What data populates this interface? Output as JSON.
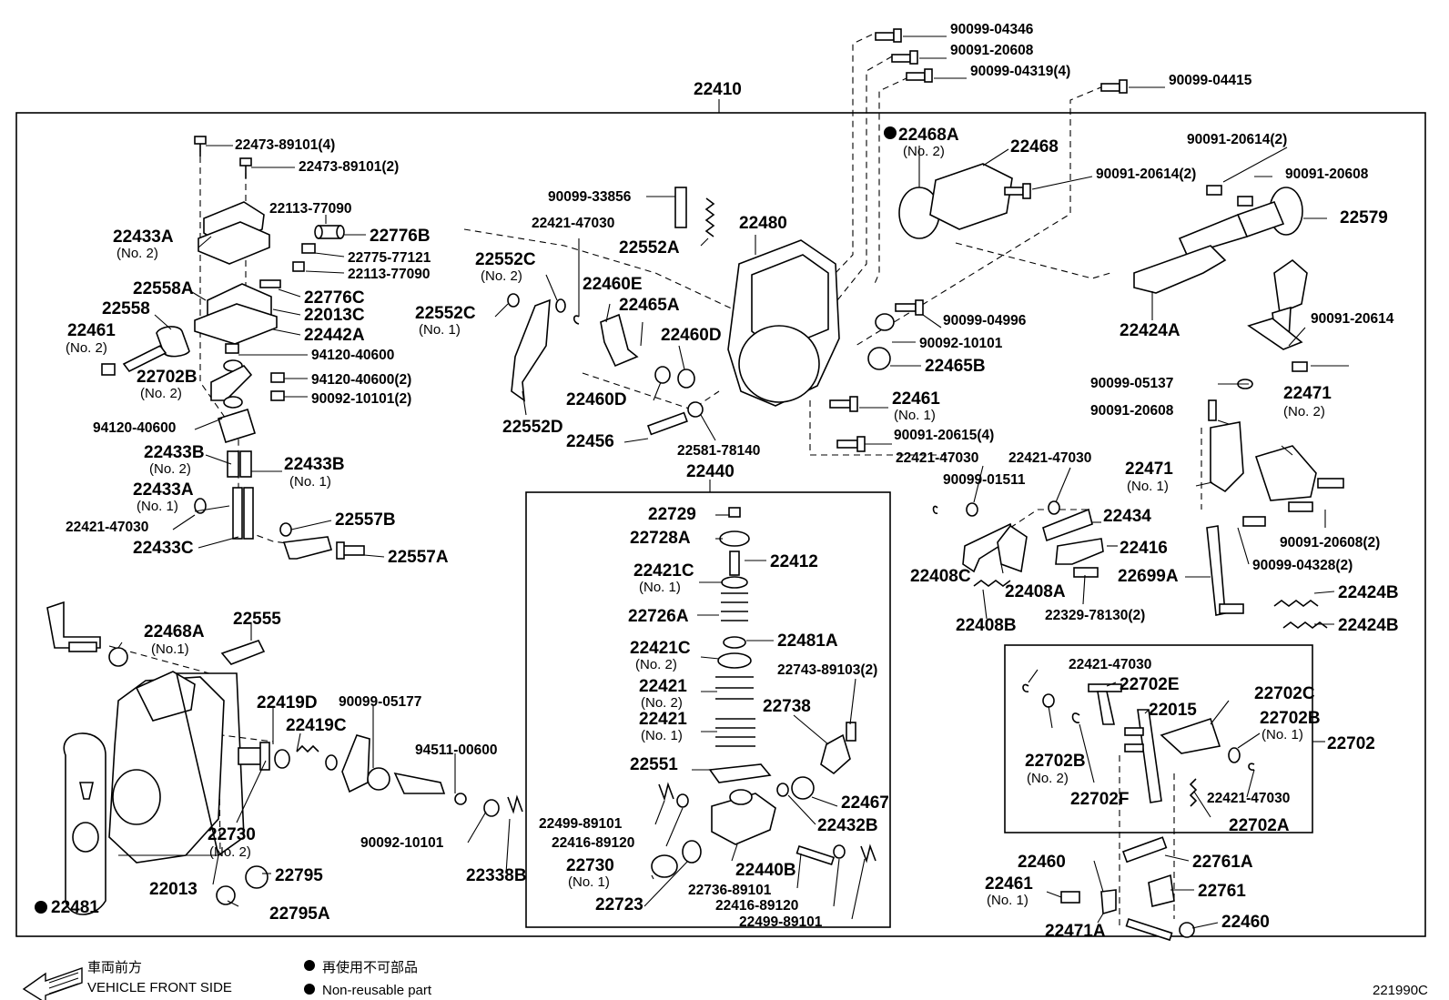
{
  "diagram_code": "221990C",
  "main_assembly": "22410",
  "sub_assembly_center": "22440",
  "sub_assembly_right": "22702",
  "legend": {
    "front_jp": "車両前方",
    "front_en": "VEHICLE FRONT SIDE",
    "nonreuse_jp": "再使用不可部品",
    "nonreuse_en": "Non-reusable part"
  },
  "labels": [
    {
      "t": "90099-04346"
    },
    {
      "t": "90091-20608"
    },
    {
      "t": "90099-04319(4)"
    },
    {
      "t": "90099-04415"
    },
    {
      "t": "22468A"
    },
    {
      "t": "(No. 2)"
    },
    {
      "t": "22468"
    },
    {
      "t": "90091-20614(2)"
    },
    {
      "t": "90091-20614(2)"
    },
    {
      "t": "90091-20608"
    },
    {
      "t": "22579"
    },
    {
      "t": "22473-89101(4)"
    },
    {
      "t": "22473-89101(2)"
    },
    {
      "t": "22113-77090"
    },
    {
      "t": "22776B"
    },
    {
      "t": "22433A"
    },
    {
      "t": "(No. 2)"
    },
    {
      "t": "22775-77121"
    },
    {
      "t": "22113-77090"
    },
    {
      "t": "22558A"
    },
    {
      "t": "22776C"
    },
    {
      "t": "22013C"
    },
    {
      "t": "22442A"
    },
    {
      "t": "22558"
    },
    {
      "t": "22461"
    },
    {
      "t": "(No. 2)"
    },
    {
      "t": "94120-40600"
    },
    {
      "t": "22702B"
    },
    {
      "t": "(No. 2)"
    },
    {
      "t": "94120-40600(2)"
    },
    {
      "t": "90092-10101(2)"
    },
    {
      "t": "94120-40600"
    },
    {
      "t": "22433B"
    },
    {
      "t": "(No. 2)"
    },
    {
      "t": "22433B"
    },
    {
      "t": "(No. 1)"
    },
    {
      "t": "22433A"
    },
    {
      "t": "(No. 1)"
    },
    {
      "t": "22421-47030"
    },
    {
      "t": "22433C"
    },
    {
      "t": "22557B"
    },
    {
      "t": "22557A"
    },
    {
      "t": "90099-33856"
    },
    {
      "t": "22421-47030"
    },
    {
      "t": "22480"
    },
    {
      "t": "22552A"
    },
    {
      "t": "22552C"
    },
    {
      "t": "(No. 2)"
    },
    {
      "t": "22460E"
    },
    {
      "t": "22465A"
    },
    {
      "t": "22552C"
    },
    {
      "t": "(No. 1)"
    },
    {
      "t": "22460D"
    },
    {
      "t": "22460D"
    },
    {
      "t": "22552D"
    },
    {
      "t": "22456"
    },
    {
      "t": "22581-78140"
    },
    {
      "t": "90099-04996"
    },
    {
      "t": "90092-10101"
    },
    {
      "t": "22465B"
    },
    {
      "t": "22424A"
    },
    {
      "t": "90091-20614"
    },
    {
      "t": "90099-05137"
    },
    {
      "t": "22471"
    },
    {
      "t": "(No. 2)"
    },
    {
      "t": "90091-20608"
    },
    {
      "t": "22461"
    },
    {
      "t": "(No. 1)"
    },
    {
      "t": "90091-20615(4)"
    },
    {
      "t": "22421-47030"
    },
    {
      "t": "22421-47030"
    },
    {
      "t": "90099-01511"
    },
    {
      "t": "22434"
    },
    {
      "t": "22416"
    },
    {
      "t": "22471"
    },
    {
      "t": "(No. 1)"
    },
    {
      "t": "90091-20608(2)"
    },
    {
      "t": "90099-04328(2)"
    },
    {
      "t": "22408C"
    },
    {
      "t": "22408A"
    },
    {
      "t": "22699A"
    },
    {
      "t": "22424B"
    },
    {
      "t": "22424B"
    },
    {
      "t": "22329-78130(2)"
    },
    {
      "t": "22408B"
    },
    {
      "t": "22729"
    },
    {
      "t": "22728A"
    },
    {
      "t": "22412"
    },
    {
      "t": "22421C"
    },
    {
      "t": "(No. 1)"
    },
    {
      "t": "22726A"
    },
    {
      "t": "22481A"
    },
    {
      "t": "22421C"
    },
    {
      "t": "(No. 2)"
    },
    {
      "t": "22743-89103(2)"
    },
    {
      "t": "22421"
    },
    {
      "t": "(No. 2)"
    },
    {
      "t": "22738"
    },
    {
      "t": "22421"
    },
    {
      "t": "(No. 1)"
    },
    {
      "t": "22551"
    },
    {
      "t": "22467"
    },
    {
      "t": "22499-89101"
    },
    {
      "t": "22432B"
    },
    {
      "t": "22416-89120"
    },
    {
      "t": "22730"
    },
    {
      "t": "(No. 1)"
    },
    {
      "t": "22440B"
    },
    {
      "t": "22723"
    },
    {
      "t": "22736-89101"
    },
    {
      "t": "22416-89120"
    },
    {
      "t": "22499-89101"
    },
    {
      "t": "22468A"
    },
    {
      "t": "(No.1)"
    },
    {
      "t": "22555"
    },
    {
      "t": "22419D"
    },
    {
      "t": "90099-05177"
    },
    {
      "t": "22419C"
    },
    {
      "t": "94511-00600"
    },
    {
      "t": "90092-10101"
    },
    {
      "t": "22730"
    },
    {
      "t": "(No. 2)"
    },
    {
      "t": "22795"
    },
    {
      "t": "22013"
    },
    {
      "t": "22338B"
    },
    {
      "t": "22481"
    },
    {
      "t": "22795A"
    },
    {
      "t": "22421-47030"
    },
    {
      "t": "22702E"
    },
    {
      "t": "22702C"
    },
    {
      "t": "22015"
    },
    {
      "t": "22702B"
    },
    {
      "t": "(No. 1)"
    },
    {
      "t": "22702B"
    },
    {
      "t": "(No. 2)"
    },
    {
      "t": "22702F"
    },
    {
      "t": "22421-47030"
    },
    {
      "t": "22702A"
    },
    {
      "t": "22460"
    },
    {
      "t": "22761A"
    },
    {
      "t": "22461"
    },
    {
      "t": "(No. 1)"
    },
    {
      "t": "22761"
    },
    {
      "t": "22471A"
    },
    {
      "t": "22460"
    }
  ]
}
